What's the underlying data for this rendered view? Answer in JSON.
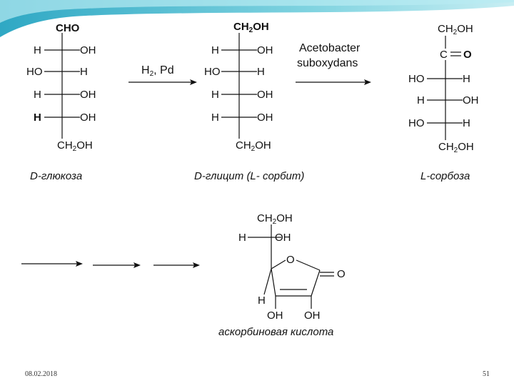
{
  "glucose": {
    "top": "CHO",
    "rows": [
      {
        "left": "H",
        "right": "OH"
      },
      {
        "left": "HO",
        "right": "H"
      },
      {
        "left": "H",
        "right": "OH"
      },
      {
        "left": "H",
        "right": "OH"
      }
    ],
    "bottom_main": "CH",
    "bottom_sub": "2",
    "bottom_end": "OH",
    "name": "D-глюкоза"
  },
  "reaction1": {
    "reagent_main": "H",
    "reagent_sub": "2",
    "reagent_end": ", Pd"
  },
  "glucitol": {
    "top_main": "CH",
    "top_sub": "2",
    "top_end": "OH",
    "rows": [
      {
        "left": "H",
        "right": "OH"
      },
      {
        "left": "HO",
        "right": "H"
      },
      {
        "left": "H",
        "right": "OH"
      },
      {
        "left": "H",
        "right": "OH"
      }
    ],
    "bottom_main": "CH",
    "bottom_sub": "2",
    "bottom_end": "OH",
    "name": "D-глицит (L- сорбит)"
  },
  "reaction2": {
    "line1": "Acetobacter",
    "line2": "suboxydans"
  },
  "sorbose": {
    "top_main": "CH",
    "top_sub": "2",
    "top_end": "OH",
    "carbonyl_c": "C",
    "carbonyl_o": "O",
    "rows": [
      {
        "left": "HO",
        "right": "H"
      },
      {
        "left": "H",
        "right": "OH"
      },
      {
        "left": "HO",
        "right": "H"
      }
    ],
    "bottom_main": "CH",
    "bottom_sub": "2",
    "bottom_end": "OH",
    "name": "L-сорбоза"
  },
  "ascorbic": {
    "top_main": "CH",
    "top_sub": "2",
    "top_end": "OH",
    "side_left": "H",
    "side_right": "OH",
    "ring_o": "O",
    "carbonyl_o": "O",
    "ring_h": "H",
    "oh1": "OH",
    "oh2": "OH",
    "name": "аскорбиновая кислота"
  },
  "footer": {
    "date": "08.02.2018",
    "page": "51"
  },
  "colors": {
    "banner": "#5bc4d8",
    "text": "#111111"
  }
}
